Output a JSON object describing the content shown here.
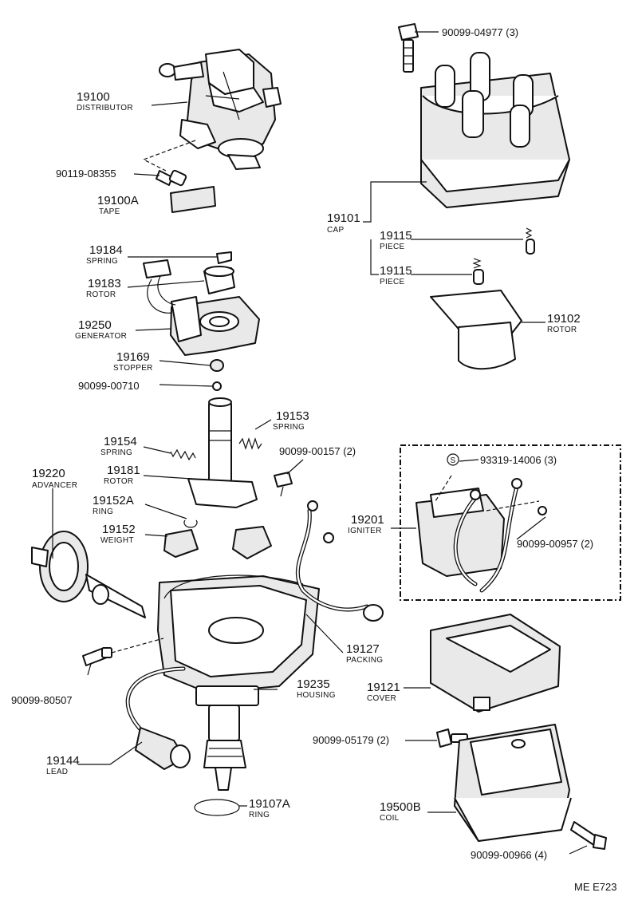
{
  "parts": {
    "distributor": {
      "number": "19100",
      "name": "DISTRIBUTOR"
    },
    "screw_08355": {
      "number": "90119-08355"
    },
    "tape": {
      "number": "19100A",
      "name": "TAPE"
    },
    "spring_19184": {
      "number": "19184",
      "name": "SPRING"
    },
    "rotor_19183": {
      "number": "19183",
      "name": "ROTOR"
    },
    "generator": {
      "number": "19250",
      "name": "GENERATOR"
    },
    "stopper": {
      "number": "19169",
      "name": "STOPPER"
    },
    "screw_00710": {
      "number": "90099-00710"
    },
    "screw_04977": {
      "number": "90099-04977 (3)"
    },
    "cap": {
      "number": "19101",
      "name": "CAP"
    },
    "piece_a": {
      "number": "19115",
      "name": "PIECE"
    },
    "piece_b": {
      "number": "19115",
      "name": "PIECE"
    },
    "rotor_19102": {
      "number": "19102",
      "name": "ROTOR"
    },
    "spring_19153": {
      "number": "19153",
      "name": "SPRING"
    },
    "spring_19154": {
      "number": "19154",
      "name": "SPRING"
    },
    "screw_00157": {
      "number": "90099-00157 (2)"
    },
    "advancer": {
      "number": "19220",
      "name": "ADVANCER"
    },
    "rotor_19181": {
      "number": "19181",
      "name": "ROTOR"
    },
    "ring_19152a": {
      "number": "19152A",
      "name": "RING"
    },
    "weight": {
      "number": "19152",
      "name": "WEIGHT"
    },
    "igniter": {
      "number": "19201",
      "name": "IGNITER"
    },
    "bolt_14006": {
      "number": "93319-14006 (3)",
      "mark": "S"
    },
    "screw_00957": {
      "number": "90099-00957 (2)"
    },
    "packing": {
      "number": "19127",
      "name": "PACKING"
    },
    "screw_80507": {
      "number": "90099-80507"
    },
    "housing": {
      "number": "19235",
      "name": "HOUSING"
    },
    "cover": {
      "number": "19121",
      "name": "COVER"
    },
    "lead": {
      "number": "19144",
      "name": "LEAD"
    },
    "screw_05179": {
      "number": "90099-05179 (2)"
    },
    "ring_19107a": {
      "number": "19107A",
      "name": "RING"
    },
    "coil": {
      "number": "19500B",
      "name": "COIL"
    },
    "screw_00966": {
      "number": "90099-00966 (4)"
    }
  },
  "diagram_code": "ME E723"
}
